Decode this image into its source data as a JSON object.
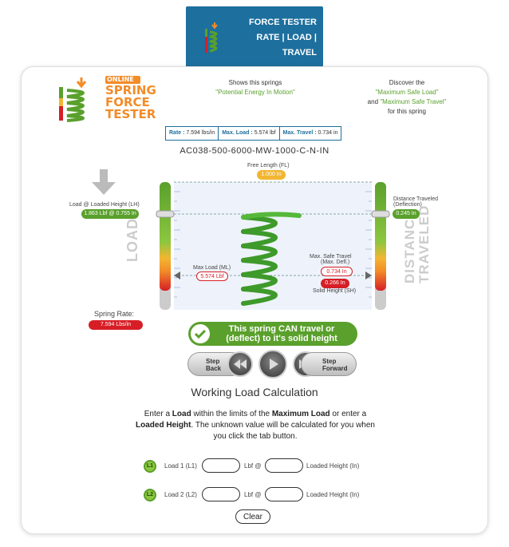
{
  "tab": {
    "line1": "FORCE TESTER",
    "line2": "RATE | LOAD |",
    "line3": "TRAVEL"
  },
  "logo": {
    "word1": "ONLINE",
    "word2": "SPRING",
    "word3": "FORCE",
    "word4": "TESTER"
  },
  "center_note": {
    "line1": "Shows this springs",
    "line2": "\"Potential Energy In Motion\""
  },
  "right_note": {
    "line1": "Discover the",
    "line2": "\"Maximum Safe Load\"",
    "line3_pre": "and",
    "line3_green": "\"Maximum Safe Travel\"",
    "line4": "for this spring"
  },
  "stats": {
    "rate_key": "Rate :",
    "rate_val": "7.594 lbs/in",
    "load_key": "Max. Load :",
    "load_val": "5.574 lbf",
    "travel_key": "Max. Travel :",
    "travel_val": "0.734 in"
  },
  "part_number": "AC038-500-6000-MW-1000-C-N-IN",
  "diagram": {
    "free_length_label": "Free Length (FL)",
    "free_length_value": "1.000 In",
    "loaded_height_label": "Load @ Loaded Height (LH)",
    "loaded_height_value": "1.863 Lbf @ 0.755 In",
    "distance_label_1": "Distance Traveled",
    "distance_label_2": "(Deflection)",
    "distance_value": "0.245 In",
    "max_load_label": "Max Load (ML)",
    "max_load_value": "5.574 Lbf",
    "max_safe_travel_label_1": "Max. Safe Travel",
    "max_safe_travel_label_2": "(Max. Defl.)",
    "max_safe_travel_value": "0.734 In",
    "solid_value": "0.266 In",
    "solid_height_label": "Solid Height (SH)",
    "load_word": "LOAD",
    "distance_word_1": "DISTANCE",
    "distance_word_2": "TRAVELED",
    "spring_rate_label": "Spring Rate:",
    "spring_rate_value": "7.594 Lbs/in",
    "load_meter_level": 0.33,
    "travel_meter_level": 0.33
  },
  "status": {
    "line1": "This spring CAN travel or",
    "line2": "(deflect) to it's solid height"
  },
  "controls": {
    "back_line1": "Step",
    "back_line2": "Back",
    "forward_line1": "Step",
    "forward_line2": "Forward"
  },
  "calc": {
    "heading": "Working Load Calculation",
    "instr_1": "Enter a ",
    "instr_load": "Load",
    "instr_2": " within the limits of the ",
    "instr_maxload": "Maximum Load",
    "instr_3": " or enter a ",
    "instr_lh": "Loaded Height",
    "instr_4": ". The unknown value will be calculated for you when you click the tab button.",
    "row1": {
      "badge": "L1",
      "label": "Load 1 (L1)",
      "unit": "Lbf @",
      "height_label": "Loaded Height (In)",
      "load_value": "",
      "height_value": ""
    },
    "row2": {
      "badge": "L2",
      "label": "Load 2 (L2)",
      "unit": "Lbf @",
      "height_label": "Loaded Height (In)",
      "load_value": "",
      "height_value": ""
    },
    "clear_label": "Clear"
  },
  "colors": {
    "brand_blue": "#1d6f9e",
    "green": "#5aa02c",
    "red": "#d71e26",
    "orange": "#f28c28",
    "yellow": "#f2b632"
  }
}
